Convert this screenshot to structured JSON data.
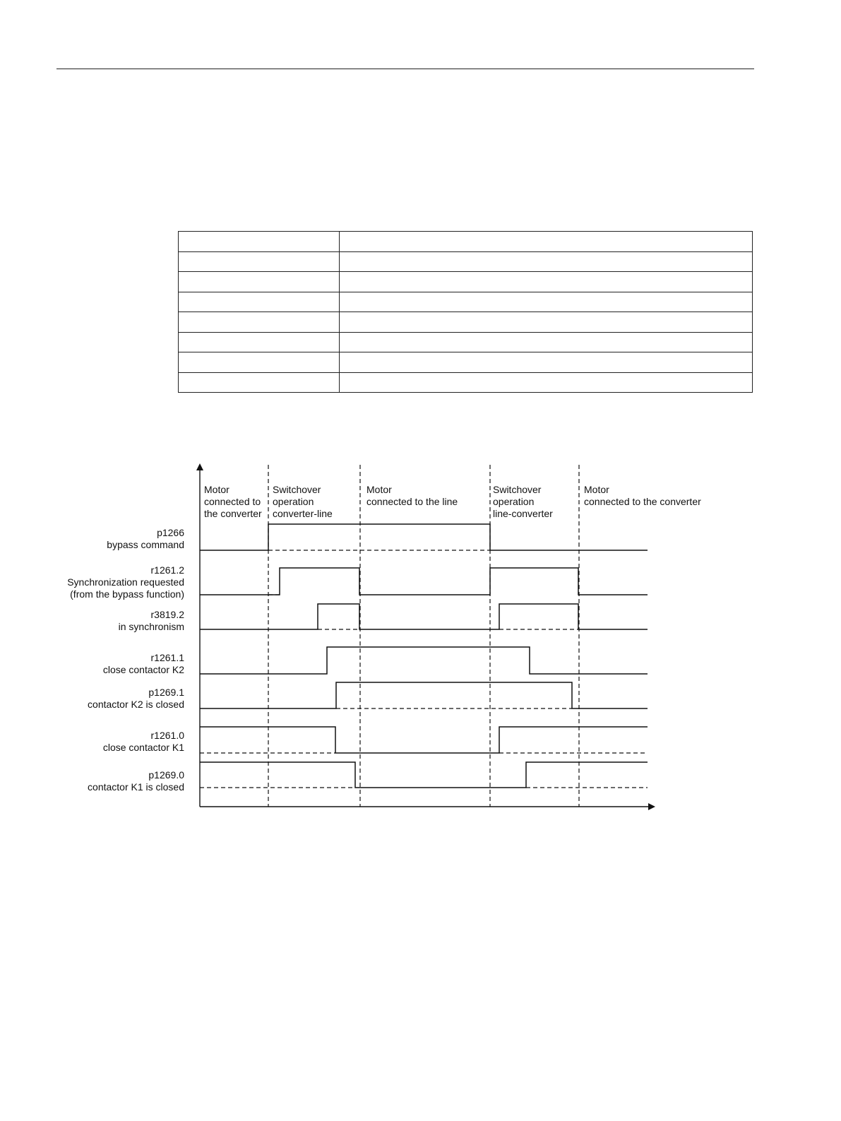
{
  "table": {
    "rows": [
      [
        "",
        ""
      ],
      [
        "",
        ""
      ],
      [
        "",
        ""
      ],
      [
        "",
        ""
      ],
      [
        "",
        ""
      ],
      [
        "",
        ""
      ],
      [
        "",
        ""
      ],
      [
        "",
        ""
      ]
    ]
  },
  "diagram": {
    "phases": [
      {
        "lines": [
          "Motor",
          "connected to",
          "the converter"
        ]
      },
      {
        "lines": [
          "Switchover",
          "operation",
          "converter-line"
        ]
      },
      {
        "lines": [
          "Motor",
          "connected to the line"
        ]
      },
      {
        "lines": [
          "Switchover",
          "operation",
          "line-converter"
        ]
      },
      {
        "lines": [
          "Motor",
          "connected to the converter"
        ]
      }
    ],
    "signals": [
      {
        "id": "p1266",
        "lines": [
          "p1266",
          "bypass command"
        ]
      },
      {
        "id": "r1261_2",
        "lines": [
          "r1261.2",
          "Synchronization requested",
          "(from the bypass function)"
        ]
      },
      {
        "id": "r3819_2",
        "lines": [
          "r3819.2",
          "in synchronism"
        ]
      },
      {
        "id": "r1261_1",
        "lines": [
          "r1261.1",
          "close contactor K2"
        ]
      },
      {
        "id": "p1269_1",
        "lines": [
          "p1269.1",
          "contactor K2 is closed"
        ]
      },
      {
        "id": "r1261_0",
        "lines": [
          "r1261.0",
          "close contactor K1"
        ]
      },
      {
        "id": "p1269_0",
        "lines": [
          "p1269.0",
          "contactor K1 is closed"
        ]
      }
    ]
  }
}
